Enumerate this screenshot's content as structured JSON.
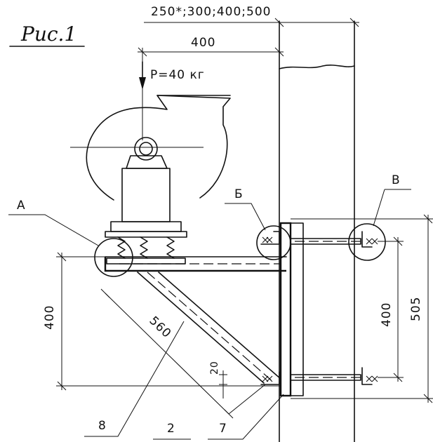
{
  "figure": {
    "title": "Рис.1",
    "top_dimension": "250*;300;400;500",
    "fan_offset_dimension": "400",
    "load_label": "P=40 кг",
    "detail_a": "А",
    "detail_b": "Б",
    "detail_v": "В",
    "left_height": "400",
    "brace_length": "560",
    "small_offset": "20",
    "right_inner_height": "400",
    "right_outer_height": "505",
    "part_8": "8",
    "part_2": "2",
    "part_7": "7"
  }
}
